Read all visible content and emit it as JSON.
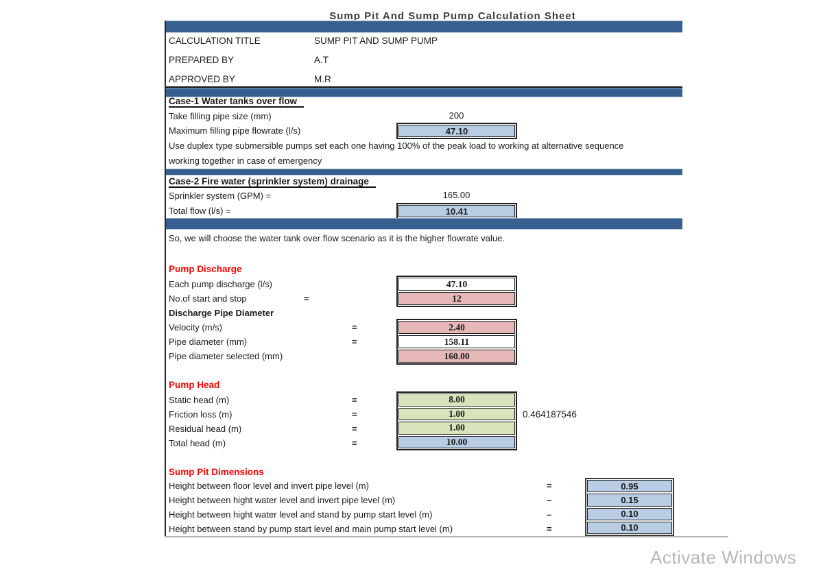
{
  "page": {
    "clipped_title": "Sump Pit And Sump Pump Calculation Sheet",
    "watermark": "Activate Windows"
  },
  "colors": {
    "bar_blue": "#376091",
    "box_blue": "#b8cce4",
    "box_pink": "#e6b9b8",
    "box_green": "#d7e4bc",
    "heading_red": "#ff0000"
  },
  "header": {
    "rows": [
      {
        "label": "CALCULATION TITLE",
        "value": "SUMP PIT AND SUMP PUMP"
      },
      {
        "label": "PREPARED BY",
        "value": "A.T"
      },
      {
        "label": "APPROVED BY",
        "value": "M.R"
      }
    ]
  },
  "case1": {
    "title": "Case-1 Water tanks over flow",
    "pipe_size_label": "Take filling pipe size (mm)",
    "pipe_size_value": "200",
    "flowrate_label": "Maximum filling pipe flowrate (l/s)",
    "flowrate_value": "47.10",
    "note_line1": "Use duplex type submersible pumps set each one having 100% of the peak load to working at alternative sequence",
    "note_line2": "working together in case of emergency"
  },
  "case2": {
    "title": "Case-2 Fire water (sprinkler system) drainage",
    "sprinkler_label": "Sprinkler system (GPM) =",
    "sprinkler_value": "165.00",
    "total_flow_label": "Total flow (l/s) =",
    "total_flow_value": "10.41"
  },
  "conclusion": "So, we will choose the water tank over flow scenario as it is the higher flowrate value.",
  "pump_discharge": {
    "title": "Pump Discharge",
    "each_pump_label": "Each pump discharge (l/s)",
    "each_pump_value": "47.10",
    "starts_label": "No.of start and stop",
    "starts_op": "=",
    "starts_value": "12",
    "subtitle": "Discharge Pipe Diameter",
    "velocity_label": "Velocity (m/s)",
    "velocity_op": "=",
    "velocity_value": "2.40",
    "pipe_dia_label": "Pipe diameter (mm)",
    "pipe_dia_op": "=",
    "pipe_dia_value": "158.11",
    "pipe_sel_label": "Pipe diameter selected (mm)",
    "pipe_sel_value": "160.00"
  },
  "pump_head": {
    "title": "Pump Head",
    "static_label": "Static head (m)",
    "static_op": "=",
    "static_value": "8.00",
    "friction_label": "Friction loss (m)",
    "friction_op": "=",
    "friction_value": "1.00",
    "friction_note": "0.464187546",
    "residual_label": "Residual head (m)",
    "residual_op": "=",
    "residual_value": "1.00",
    "total_label": "Total head (m)",
    "total_op": "=",
    "total_value": "10.00"
  },
  "sump_pit": {
    "title": "Sump Pit Dimensions",
    "rows": [
      {
        "label": "Height between floor level and invert pipe level (m)",
        "op": "=",
        "value": "0.95"
      },
      {
        "label": "Height between hight water level and invert pipe level (m)",
        "op": "–",
        "value": "0.15"
      },
      {
        "label": "Height between hight water level and stand by pump start level (m)",
        "op": "–",
        "value": "0.10"
      },
      {
        "label": "Height between stand by pump start level and main pump start level (m)",
        "op": "=",
        "value": "0.10"
      }
    ]
  }
}
